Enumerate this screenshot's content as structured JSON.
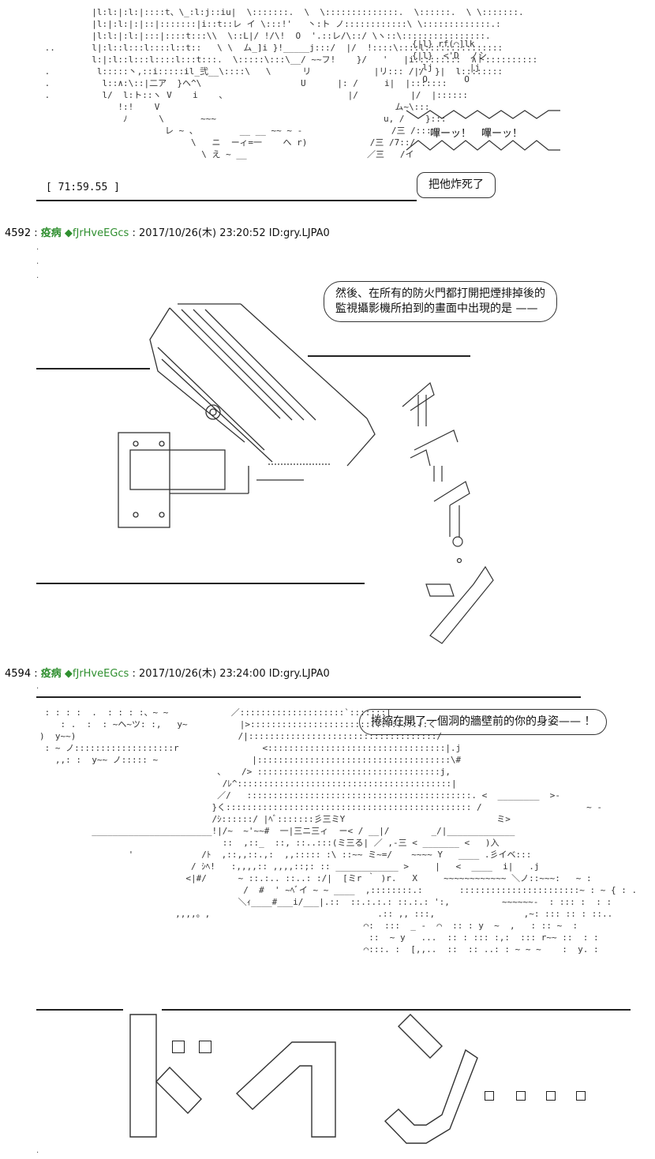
{
  "timer": "[ 71:59.55 ]",
  "shout_text": "嗶ーッ！　嗶ーッ！",
  "bubble1": "把他炸死了",
  "posts": [
    {
      "number": "4592",
      "name": "疫病",
      "trip": "◆fJrHveEGcs",
      "datetime": "2017/10/26(木) 23:20:52",
      "id": "ID:gry.LJPA0",
      "bubble_line1": "然後、在所有的防火門都打開把煙排掉後的",
      "bubble_line2": "監視攝影機所拍到的畫面中出現的是 ——"
    },
    {
      "number": "4594",
      "name": "疫病",
      "trip": "◆fJrHveEGcs",
      "datetime": "2017/10/26(木) 23:24:00",
      "id": "ID:gry.LJPA0",
      "bubble_line1": "捲縮在開了一個洞的牆壁前的你的身姿—— ！"
    }
  ],
  "separator": " : ",
  "sfx_dots": "・・・・"
}
